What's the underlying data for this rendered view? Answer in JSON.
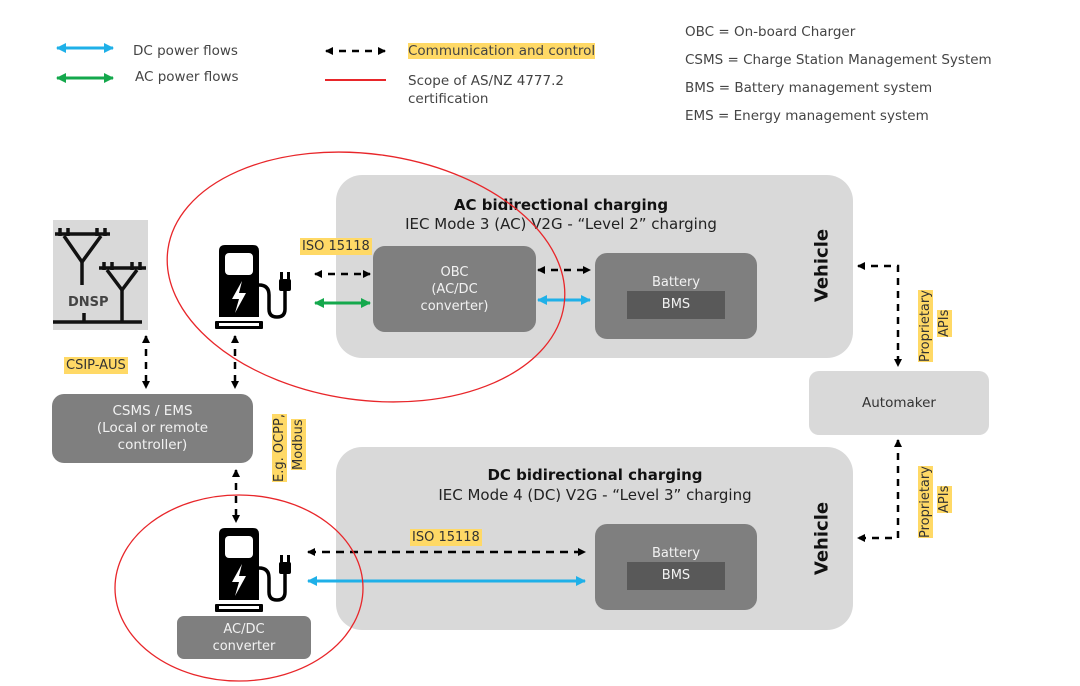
{
  "legend": {
    "dc_power": "DC power flows",
    "ac_power": "AC power flows",
    "communication": "Communication and control",
    "scope_line1": "Scope of AS/NZ 4777.2",
    "scope_line2": "certification"
  },
  "abbreviations": [
    "OBC = On-board Charger",
    "CSMS = Charge Station Management System",
    "BMS = Battery management system",
    "EMS = Energy management system"
  ],
  "colors": {
    "dc": "#1fb0e8",
    "ac": "#14a84c",
    "comm": "#000000",
    "scope": "#e8262a",
    "highlight": "#ffd966"
  },
  "dnsp": {
    "label": "DNSP"
  },
  "csms": {
    "line1": "CSMS / EMS",
    "line2": "(Local or remote",
    "line3": "controller)"
  },
  "tags": {
    "csip": "CSIP-AUS",
    "ocpp_line1": "E.g. OCPP,",
    "ocpp_line2": "Modbus",
    "iso_ac": "ISO 15118",
    "iso_dc": "ISO 15118",
    "proprietary_top_line1": "Proprietary",
    "proprietary_top_line2": "APIs",
    "proprietary_bottom_line1": "Proprietary",
    "proprietary_bottom_line2": "APIs"
  },
  "ac_panel": {
    "title": "AC bidirectional charging",
    "subtitle": "IEC Mode 3 (AC) V2G - “Level 2” charging",
    "obc_line1": "OBC",
    "obc_line2": "(AC/DC",
    "obc_line3": "converter)",
    "battery": "Battery",
    "bms": "BMS",
    "vehicle": "Vehicle"
  },
  "dc_panel": {
    "title": "DC bidirectional charging",
    "subtitle": "IEC Mode 4 (DC) V2G - “Level 3” charging",
    "battery": "Battery",
    "bms": "BMS",
    "vehicle": "Vehicle"
  },
  "converter": {
    "line1": "AC/DC",
    "line2": "converter"
  },
  "automaker": {
    "label": "Automaker"
  }
}
